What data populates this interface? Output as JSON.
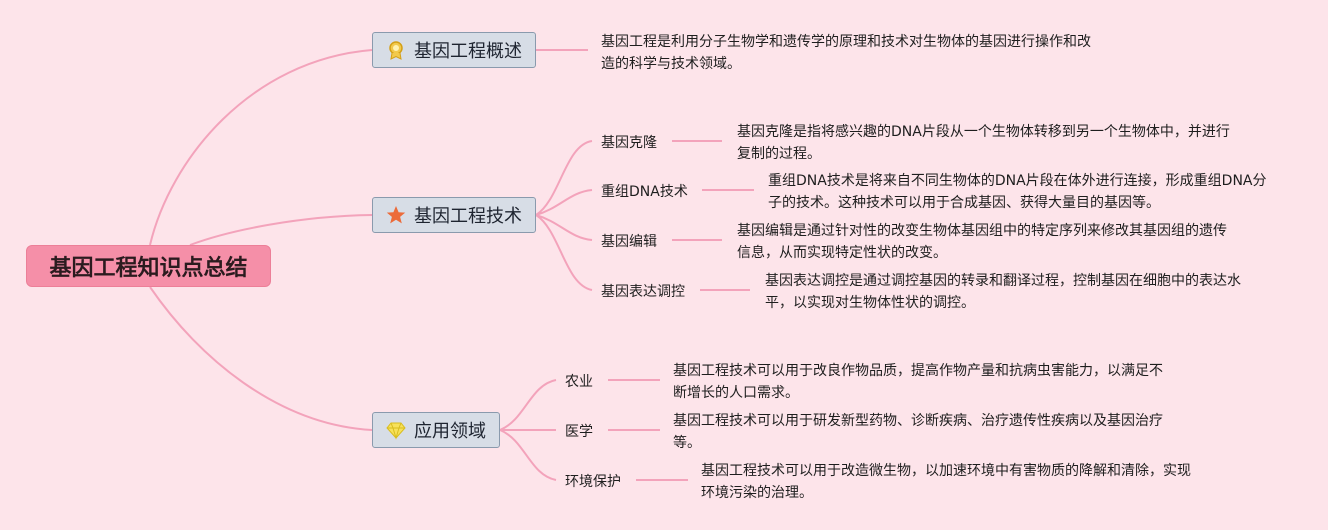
{
  "root": {
    "label": "基因工程知识点总结"
  },
  "topics": [
    {
      "label": "基因工程概述",
      "icon": "medal-icon",
      "description": [
        "基因工程是利用分子生物学和遗传学的原理和技术对生物体的基因进行操作和改",
        "造的科学与技术领域。"
      ]
    },
    {
      "label": "基因工程技术",
      "icon": "star-icon",
      "children": [
        {
          "label": "基因克隆",
          "description": [
            "基因克隆是指将感兴趣的DNA片段从一个生物体转移到另一个生物体中，并进行",
            "复制的过程。"
          ]
        },
        {
          "label": "重组DNA技术",
          "description": [
            "重组DNA技术是将来自不同生物体的DNA片段在体外进行连接，形成重组DNA分",
            "子的技术。这种技术可以用于合成基因、获得大量目的基因等。"
          ]
        },
        {
          "label": "基因编辑",
          "description": [
            "基因编辑是通过针对性的改变生物体基因组中的特定序列来修改其基因组的遗传",
            "信息，从而实现特定性状的改变。"
          ]
        },
        {
          "label": "基因表达调控",
          "description": [
            "基因表达调控是通过调控基因的转录和翻译过程，控制基因在细胞中的表达水",
            "平，以实现对生物体性状的调控。"
          ]
        }
      ]
    },
    {
      "label": "应用领域",
      "icon": "gem-icon",
      "children": [
        {
          "label": "农业",
          "description": [
            "基因工程技术可以用于改良作物品质，提高作物产量和抗病虫害能力，以满足不",
            "断增长的人口需求。"
          ]
        },
        {
          "label": "医学",
          "description": [
            "基因工程技术可以用于研发新型药物、诊断疾病、治疗遗传性疾病以及基因治疗",
            "等。"
          ]
        },
        {
          "label": "环境保护",
          "description": [
            "基因工程技术可以用于改造微生物，以加速环境中有害物质的降解和清除，实现",
            "环境污染的治理。"
          ]
        }
      ]
    }
  ],
  "colors": {
    "background": "#fde4ea",
    "root": "#f58fa8",
    "topic": "#d7dde6",
    "connector": "#f3a3bb"
  }
}
